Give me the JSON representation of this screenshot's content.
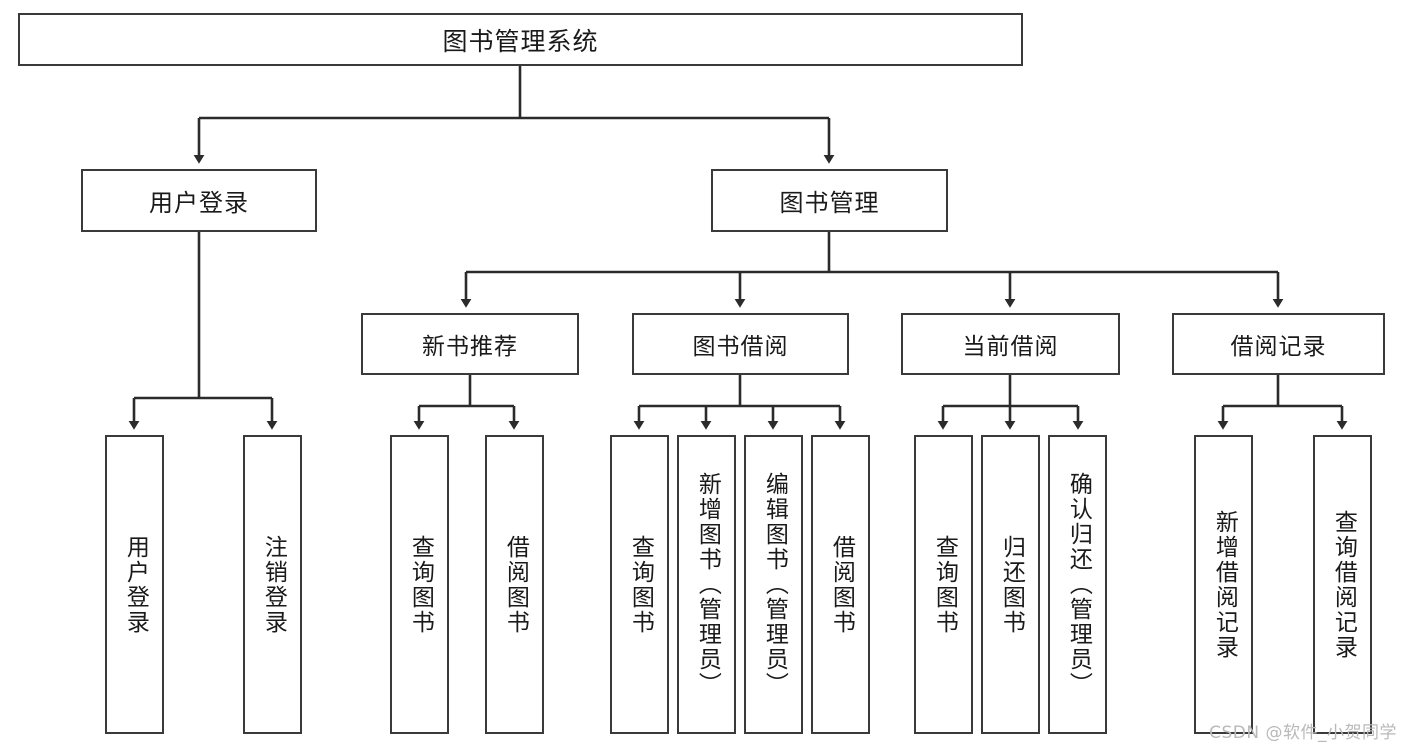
{
  "diagram": {
    "title": "图书管理系统",
    "type": "tree-hierarchy",
    "watermark": "CSDN @软件_小贺同学",
    "colors": {
      "box_border": "#3a3a3a",
      "box_fill": "#ffffff",
      "connector": "#2b2b2b",
      "text": "#1a1a1a",
      "watermark": "#b9b9b9",
      "background": "#ffffff"
    }
  },
  "nodes": {
    "root": {
      "label": "图书管理系统"
    },
    "level2": [
      {
        "id": "user-login",
        "label": "用户登录"
      },
      {
        "id": "book-management",
        "label": "图书管理"
      }
    ],
    "level3": [
      {
        "id": "new-book-recommend",
        "label": "新书推荐"
      },
      {
        "id": "book-borrow",
        "label": "图书借阅"
      },
      {
        "id": "current-borrow",
        "label": "当前借阅"
      },
      {
        "id": "borrow-record",
        "label": "借阅记录"
      }
    ],
    "leaves": {
      "user-login": [
        {
          "id": "leaf-user-login",
          "label": "用户登录"
        },
        {
          "id": "leaf-logout-login",
          "label": "注销登录"
        }
      ],
      "new-book-recommend": [
        {
          "id": "leaf-query-book-1",
          "label": "查询图书"
        },
        {
          "id": "leaf-borrow-book-1",
          "label": "借阅图书"
        }
      ],
      "book-borrow": [
        {
          "id": "leaf-query-book-2",
          "label": "查询图书"
        },
        {
          "id": "leaf-add-book",
          "label": "新增图书（管理员）"
        },
        {
          "id": "leaf-edit-book",
          "label": "编辑图书（管理员）"
        },
        {
          "id": "leaf-borrow-book-2",
          "label": "借阅图书"
        }
      ],
      "current-borrow": [
        {
          "id": "leaf-query-book-3",
          "label": "查询图书"
        },
        {
          "id": "leaf-return-book",
          "label": "归还图书"
        },
        {
          "id": "leaf-confirm-return",
          "label": "确认归还（管理员）"
        }
      ],
      "borrow-record": [
        {
          "id": "leaf-add-record",
          "label": "新增借阅记录"
        },
        {
          "id": "leaf-query-record",
          "label": "查询借阅记录"
        }
      ]
    }
  }
}
